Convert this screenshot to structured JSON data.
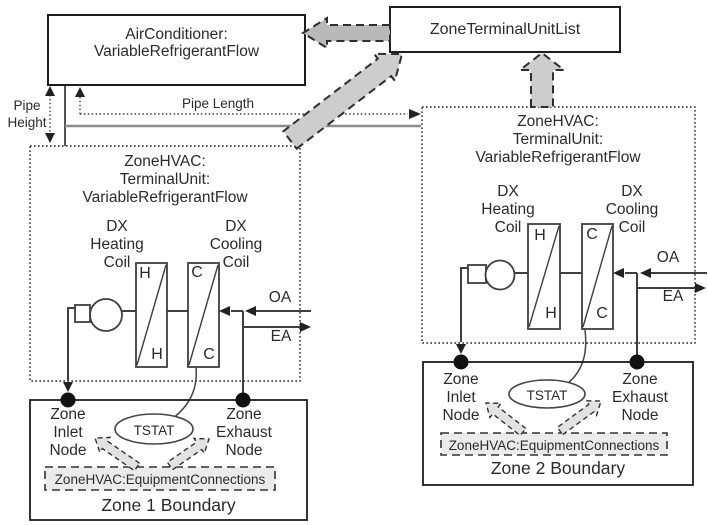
{
  "colors": {
    "background": "#ffffff",
    "line": "#3f3f3f",
    "box_border": "#1e1e1e",
    "pipe_gray": "#8c8c8c",
    "big_arrow_fill": "#cdcdcd",
    "big_arrow_fill_dark": "#b9b9b9",
    "dashed_arrow_fill": "#e2e2e2",
    "equipment_box_fill": "#ebebeb",
    "node_dot": "#111111",
    "text": "#2b2b2b"
  },
  "outdoor_unit": {
    "title": "AirConditioner:\nVariableRefrigerantFlow"
  },
  "terminal_unit_list": {
    "title": "ZoneTerminalUnitList"
  },
  "piping": {
    "height_label": "Pipe\nHeight",
    "length_label": "Pipe Length"
  },
  "terminal_unit_1": {
    "title": "ZoneHVAC:\nTerminalUnit:\nVariableRefrigerantFlow",
    "heating_coil_label": "DX\nHeating\nCoil",
    "cooling_coil_label": "DX\nCooling\nCoil",
    "heating_coil_top": "H",
    "heating_coil_bottom": "H",
    "cooling_coil_top": "C",
    "cooling_coil_bottom": "C",
    "outdoor_air": "OA",
    "exhaust_air": "EA"
  },
  "terminal_unit_2": {
    "title": "ZoneHVAC:\nTerminalUnit:\nVariableRefrigerantFlow",
    "heating_coil_label": "DX\nHeating\nCoil",
    "cooling_coil_label": "DX\nCooling\nCoil",
    "heating_coil_top": "H",
    "heating_coil_bottom": "H",
    "cooling_coil_top": "C",
    "cooling_coil_bottom": "C",
    "outdoor_air": "OA",
    "exhaust_air": "EA"
  },
  "zone_1": {
    "inlet_node": "Zone\nInlet\nNode",
    "exhaust_node": "Zone\nExhaust\nNode",
    "thermostat": "TSTAT",
    "equipment_connections": "ZoneHVAC:EquipmentConnections",
    "boundary": "Zone 1 Boundary"
  },
  "zone_2": {
    "inlet_node": "Zone\nInlet\nNode",
    "exhaust_node": "Zone\nExhaust\nNode",
    "thermostat": "TSTAT",
    "equipment_connections": "ZoneHVAC:EquipmentConnections",
    "boundary": "Zone 2 Boundary"
  }
}
